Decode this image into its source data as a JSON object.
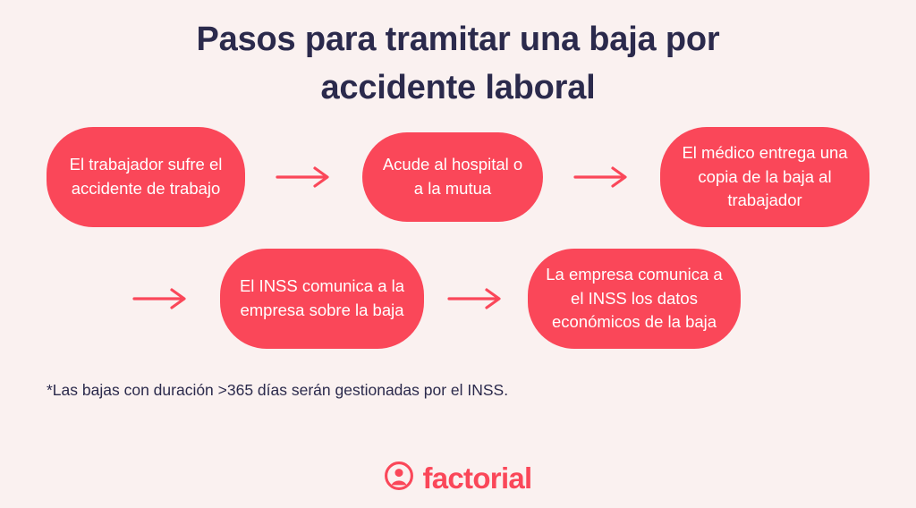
{
  "theme": {
    "background": "#FAF1F0",
    "accent": "#FA4759",
    "ink": "#2B2A4C",
    "pill_text": "#FFFFFF"
  },
  "header": {
    "title": "Pasos para tramitar una baja por accidente laboral",
    "title_line_1": "Pasos para tramitar una baja por",
    "title_line_2": "accidente laboral"
  },
  "flow": {
    "row_1": {
      "steps": [
        {
          "index": 1,
          "text": "El trabajador sufre el accidente de trabajo"
        },
        {
          "index": 2,
          "text": "Acude al hospital o a la mutua"
        },
        {
          "index": 3,
          "text": "El médico entrega una copia de la baja al trabajador"
        }
      ],
      "arrows": [
        {
          "name": "arrow-right-icon",
          "direction": "right"
        },
        {
          "name": "arrow-right-icon",
          "direction": "right"
        }
      ]
    },
    "row_2": {
      "steps": [
        {
          "index": 4,
          "text": "El INSS comunica a la empresa sobre la baja"
        },
        {
          "index": 5,
          "text": "La empresa comunica a el INSS los datos económicos de la baja"
        }
      ],
      "arrows": [
        {
          "name": "arrow-right-icon",
          "direction": "right"
        },
        {
          "name": "arrow-right-icon",
          "direction": "right"
        }
      ]
    }
  },
  "footnote": {
    "text": "*Las bajas con duración >365 días serán gestionadas por el INSS."
  },
  "logo": {
    "wordmark": "factorial",
    "mark_icon": "person-in-circle-icon",
    "color": "#FA4759"
  }
}
